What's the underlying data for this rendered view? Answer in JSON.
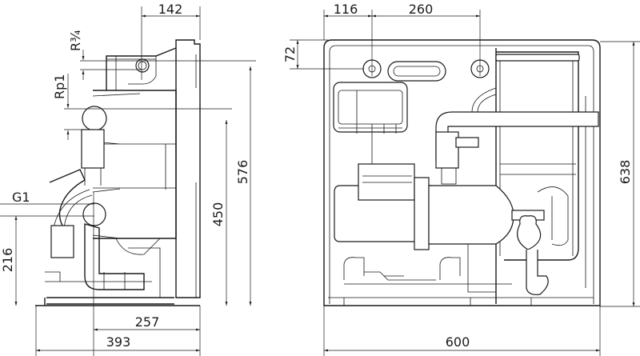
{
  "side_view": {
    "dimensions": {
      "top_offset": "142",
      "height_total": "576",
      "height_inlet": "450",
      "height_outlet": "216",
      "depth_inner": "257",
      "depth_total": "393"
    },
    "connections": {
      "vent": "R¾",
      "inlet": "Rp1",
      "outlet": "G1"
    }
  },
  "front_view": {
    "dimensions": {
      "left_offset": "116",
      "hole_spacing": "260",
      "top_offset": "72",
      "height": "638",
      "width": "600"
    }
  },
  "colors": {
    "line": "#1a1a1a",
    "background": "#ffffff"
  }
}
